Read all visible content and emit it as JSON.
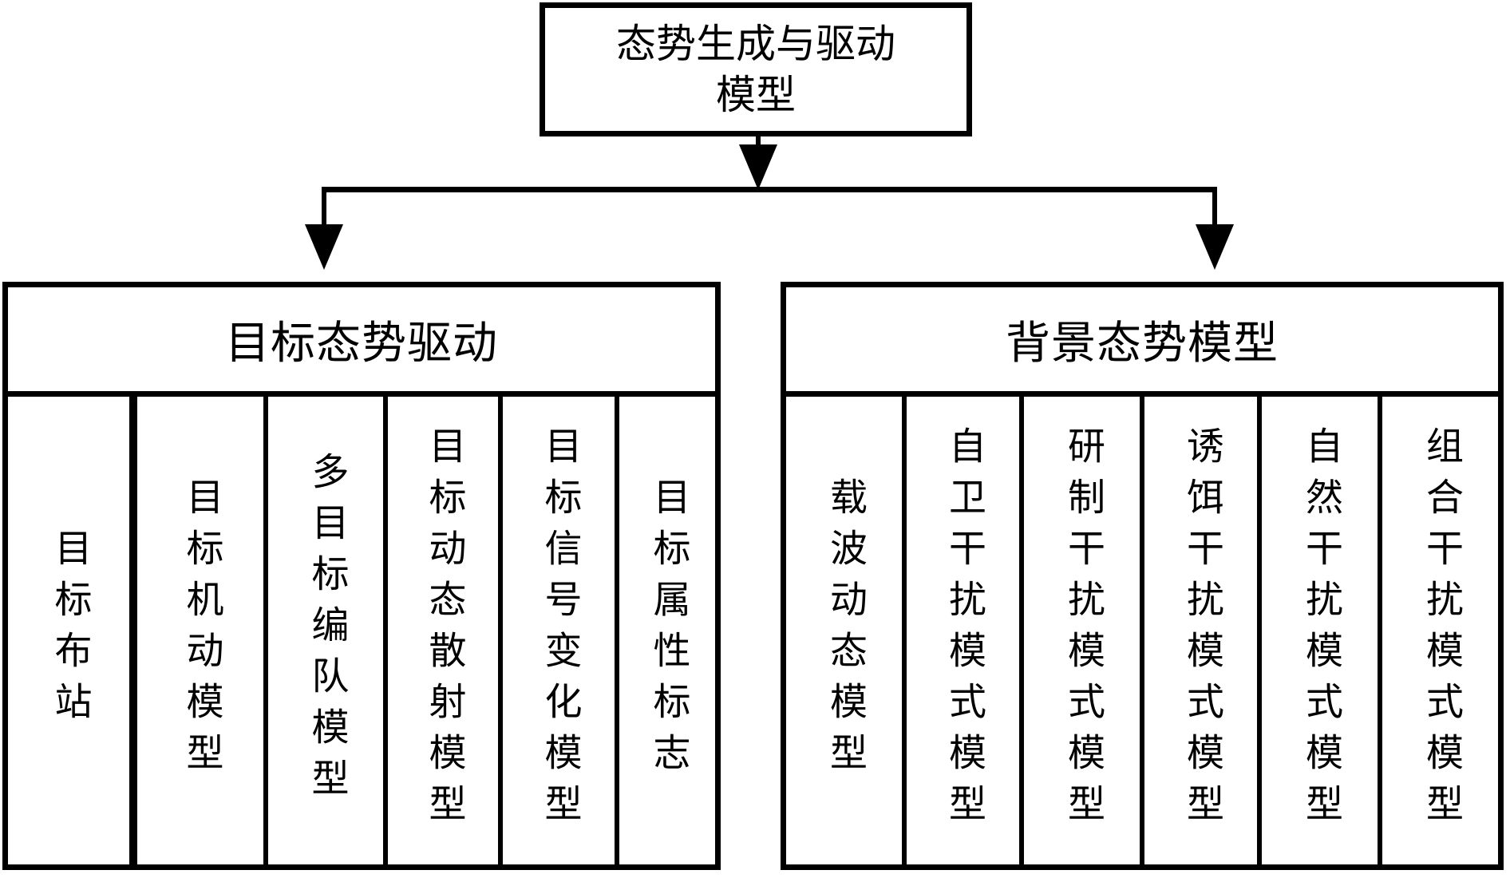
{
  "colors": {
    "stroke": "#000000",
    "background": "#ffffff"
  },
  "root_box": {
    "title_lines": [
      "态势生成与驱动",
      "模型"
    ]
  },
  "left_panel": {
    "header": "目标态势驱动",
    "columns": [
      "目标布站",
      "目标机动模型",
      "多目标编队模型",
      "目标动态散射模型",
      "目标信号变化模型",
      "目标属性标志"
    ]
  },
  "right_panel": {
    "header": "背景态势模型",
    "columns": [
      "载波动态模型",
      "自卫干扰模式模型",
      "研制干扰模式模型",
      "诱饵干扰模式模型",
      "自然干扰模式模型",
      "组合干扰模式模型"
    ]
  }
}
